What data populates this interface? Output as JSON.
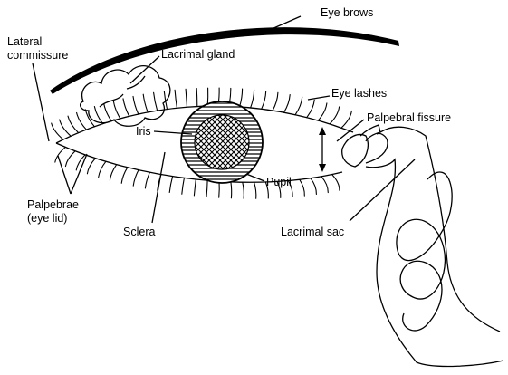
{
  "labels": {
    "eye_brows": "Eye brows",
    "lateral": "Lateral",
    "commissure": "commissure",
    "lacrimal_gland": "Lacrimal gland",
    "eye_lashes": "Eye lashes",
    "palpebral_fissure": "Palpebral fissure",
    "iris": "Iris",
    "pupil": "Pupil",
    "palpebrae": "Palpebrae",
    "eye_lid": "(eye lid)",
    "sclera": "Sclera",
    "lacrimal_sac": "Lacrimal sac"
  }
}
